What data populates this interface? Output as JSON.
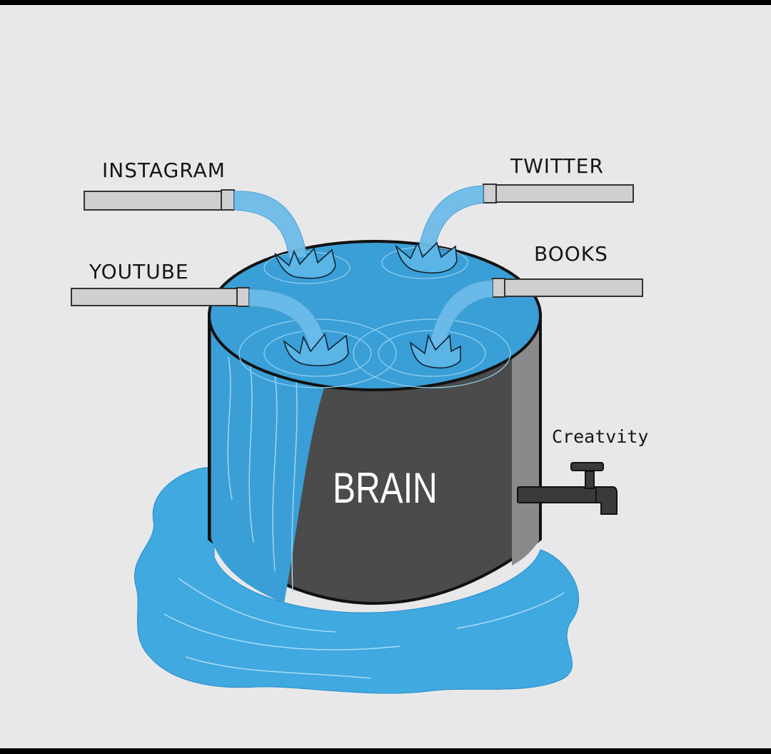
{
  "labels": {
    "instagram": "INSTAGRAM",
    "twitter": "TWITTER",
    "youtube": "YOUTUBE",
    "books": "BOOKS",
    "brain": "BRAIN",
    "creativity": "Creatvity"
  },
  "colors": {
    "background": "#e8e8ea",
    "water": "#3a9fd6",
    "water_light": "#7cc6ee",
    "tank": "#4a4b4a",
    "tank_side": "#8a8a8c",
    "pipe": "#cfcfd1"
  }
}
